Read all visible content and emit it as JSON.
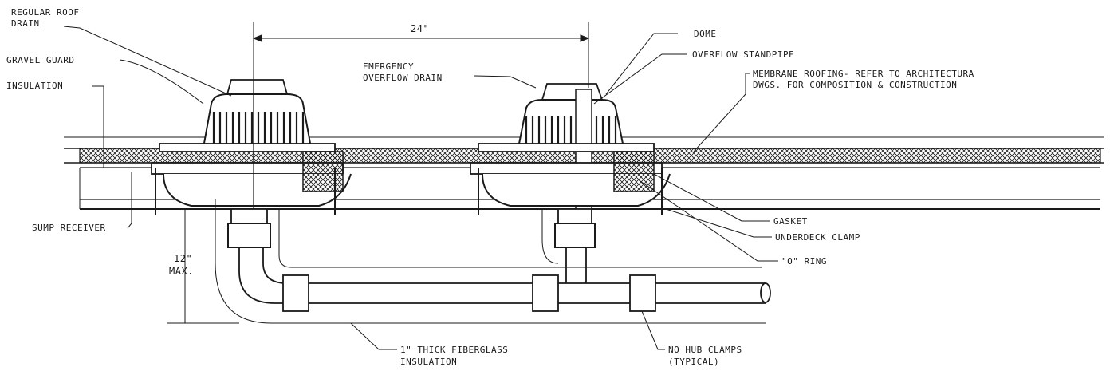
{
  "labels": {
    "regular_roof_drain_l1": "REGULAR ROOF",
    "regular_roof_drain_l2": "DRAIN",
    "gravel_guard": "GRAVEL GUARD",
    "insulation": "INSULATION",
    "sump_receiver": "SUMP RECEIVER",
    "height_value": "12\"",
    "height_max": "MAX.",
    "spacing": "24\"",
    "dome": "DOME",
    "overflow_standpipe": "OVERFLOW STANDPIPE",
    "emergency_l1": "EMERGENCY",
    "emergency_l2": "OVERFLOW DRAIN",
    "membrane_l1": "MEMBRANE ROOFING- REFER TO ARCHITECTURA",
    "membrane_l2": "DWGS. FOR COMPOSITION & CONSTRUCTION",
    "gasket": "GASKET",
    "underdeck_clamp": "UNDERDECK CLAMP",
    "o_ring": "\"O\" RING",
    "fiberglass_l1": "1\" THICK FIBERGLASS",
    "fiberglass_l2": "INSULATION",
    "no_hub_l1": "NO HUB CLAMPS",
    "no_hub_l2": "(TYPICAL)"
  },
  "colors": {
    "ink": "#1a1a1a",
    "paper": "#ffffff"
  }
}
